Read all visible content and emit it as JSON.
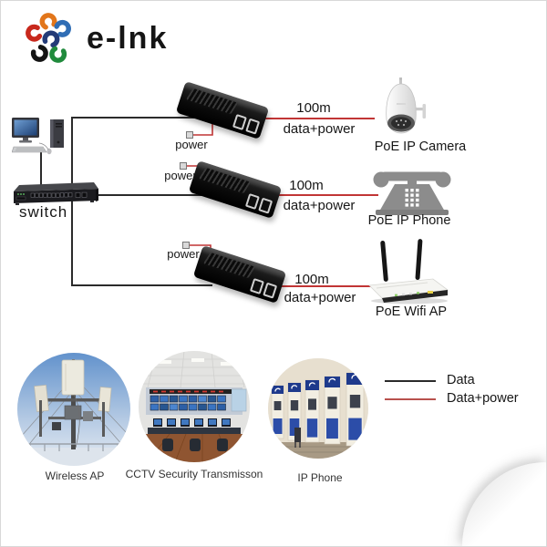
{
  "logo": {
    "text": "e-lnk",
    "icon": "pinwheel-crescents-icon",
    "icon_colors": [
      "#e2761b",
      "#2f6db5",
      "#c8281c",
      "#243b78",
      "#141414",
      "#208a3c"
    ]
  },
  "diagram": {
    "switch_label": "switch",
    "computer_icon": "desktop-pc-icon",
    "rows": [
      {
        "power_label": "power",
        "distance": "100m",
        "cable_label": "data+power",
        "device_label": "PoE IP Camera",
        "device_icon": "ptz-camera-icon"
      },
      {
        "power_label": "power",
        "distance": "100m",
        "cable_label": "data+power",
        "device_label": "PoE IP Phone",
        "device_icon": "telephone-icon"
      },
      {
        "power_label": "power",
        "distance": "100m",
        "cable_label": "data+power",
        "device_label": "PoE Wifi AP",
        "device_icon": "wifi-router-icon"
      }
    ]
  },
  "applications": [
    {
      "caption": "Wireless AP",
      "image": "antenna-tower-photo"
    },
    {
      "caption": "CCTV Security Transmisson",
      "image": "control-room-photo"
    },
    {
      "caption": "IP Phone",
      "image": "payphone-wall-photo"
    }
  ],
  "legend": {
    "items": [
      {
        "label": "Data",
        "color": "#2b2b2b"
      },
      {
        "label": "Data+power",
        "color": "#b8514d"
      }
    ]
  },
  "colors": {
    "data_line": "#2b2b2b",
    "power_line": "#c13535",
    "background": "#ffffff"
  }
}
